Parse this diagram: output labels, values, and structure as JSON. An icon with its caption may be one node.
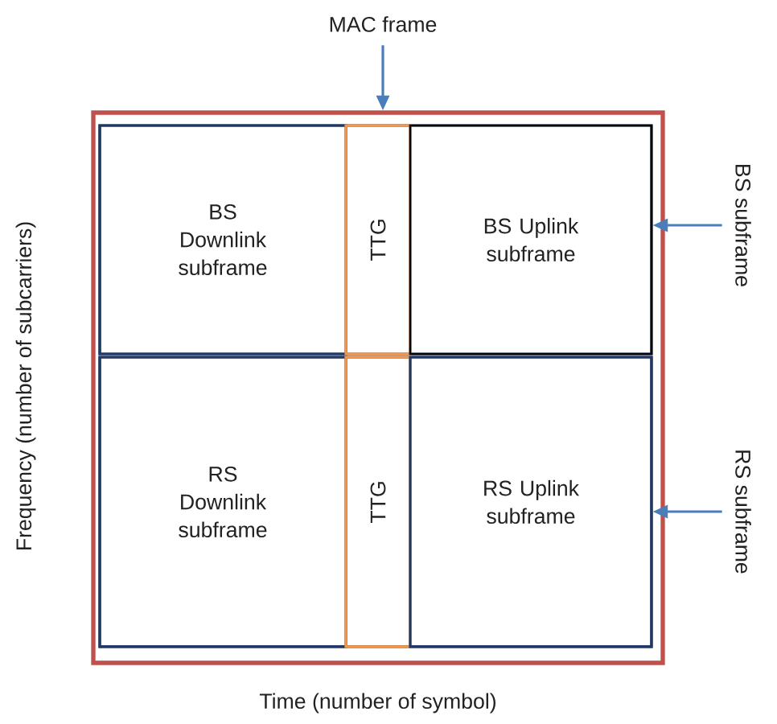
{
  "diagram": {
    "nodes": [
      {
        "text": [
          "MAC frame"
        ]
      },
      {
        "text": [],
        "shape": "box"
      },
      {
        "text": [],
        "shape": "box",
        "in": 1
      },
      {
        "text": [
          "BS Downlink subframe"
        ],
        "in": 2
      },
      {
        "text": [
          "TTG"
        ],
        "in": 2
      },
      {
        "text": [
          "BS Uplink subframe"
        ],
        "in": 2
      },
      {
        "text": [],
        "shape": "box",
        "in": 1
      },
      {
        "text": [
          "RS Downlink subframe"
        ],
        "in": 6
      },
      {
        "text": [
          "TTG"
        ],
        "in": 6
      },
      {
        "text": [
          "RS Uplink subframe"
        ],
        "in": 6
      },
      {
        "text": [
          "BS subframe"
        ]
      },
      {
        "text": [
          "RS subframe"
        ]
      }
    ],
    "edges": [
      {
        "from": 0,
        "to": 1,
        "arrow": "to"
      },
      {
        "from": 10,
        "to": 2,
        "arrow": "to"
      },
      {
        "from": 11,
        "to": 6,
        "arrow": "to"
      }
    ],
    "labels": [
      "Frequency (number of subcarriers)",
      "Time (number of symbol)"
    ]
  }
}
